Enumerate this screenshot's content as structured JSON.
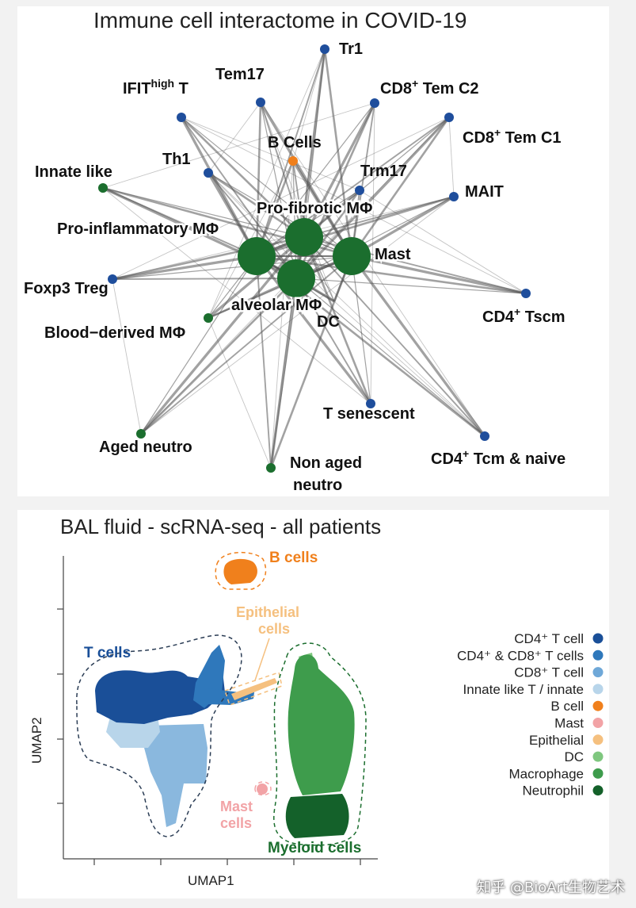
{
  "network": {
    "title": "Immune cell interactome in COVID-19",
    "nodes": [
      {
        "id": "tr1",
        "label": "Tr1",
        "sup": "",
        "group": "T",
        "size": "small"
      },
      {
        "id": "tem17",
        "label": "Tem17",
        "sup": "",
        "group": "T",
        "size": "small"
      },
      {
        "id": "ifit",
        "label": "IFIT",
        "sup": "high",
        "suffix": " T",
        "group": "T",
        "size": "small"
      },
      {
        "id": "cd8c2",
        "label": "CD8",
        "sup": "+",
        "suffix": " Tem C2",
        "group": "T",
        "size": "small"
      },
      {
        "id": "cd8c1",
        "label": "CD8",
        "sup": "+",
        "suffix": " Tem C1",
        "group": "T",
        "size": "small"
      },
      {
        "id": "bcells",
        "label": "B Cells",
        "sup": "",
        "group": "B",
        "size": "small"
      },
      {
        "id": "th1",
        "label": "Th1",
        "sup": "",
        "group": "T",
        "size": "small"
      },
      {
        "id": "trm17",
        "label": "Trm17",
        "sup": "",
        "group": "T",
        "size": "small"
      },
      {
        "id": "innate",
        "label": "Innate like",
        "sup": "",
        "group": "myeloid",
        "size": "small"
      },
      {
        "id": "mait",
        "label": "MAIT",
        "sup": "",
        "group": "T",
        "size": "small"
      },
      {
        "id": "profib",
        "label": "Pro-fibrotic MΦ",
        "sup": "",
        "group": "myeloid",
        "size": "large"
      },
      {
        "id": "proinf",
        "label": "Pro-inflammatory MΦ",
        "sup": "",
        "group": "myeloid",
        "size": "large"
      },
      {
        "id": "mast",
        "label": "Mast",
        "sup": "",
        "group": "myeloid",
        "size": "large"
      },
      {
        "id": "alv",
        "label": "alveolar MΦ",
        "sup": "",
        "group": "myeloid",
        "size": "large"
      },
      {
        "id": "foxp3",
        "label": "Foxp3 Treg",
        "sup": "",
        "group": "T",
        "size": "small"
      },
      {
        "id": "blood",
        "label": "Blood−derived MΦ",
        "sup": "",
        "group": "myeloid",
        "size": "small"
      },
      {
        "id": "dc",
        "label": "DC",
        "sup": "",
        "group": "myeloid",
        "size": "none"
      },
      {
        "id": "cd4tscm",
        "label": "CD4",
        "sup": "+",
        "suffix": " Tscm",
        "group": "T",
        "size": "small"
      },
      {
        "id": "tsen",
        "label": "T senescent",
        "sup": "",
        "group": "T",
        "size": "small"
      },
      {
        "id": "aged",
        "label": "Aged neutro",
        "sup": "",
        "group": "myeloid",
        "size": "small"
      },
      {
        "id": "nonaged",
        "label": "Non aged",
        "label2": "neutro",
        "sup": "",
        "group": "myeloid",
        "size": "small"
      },
      {
        "id": "cd4tcm",
        "label": "CD4",
        "sup": "+",
        "suffix": " Tcm & naive",
        "group": "T",
        "size": "small"
      }
    ],
    "colors": {
      "T": "#1f4e9c",
      "B": "#f07f1a",
      "myeloid": "#1b6e2e",
      "edge": "#555555"
    }
  },
  "umap": {
    "title": "BAL fluid - scRNA-seq - all patients",
    "xlabel": "UMAP1",
    "ylabel": "UMAP2",
    "cluster_labels": {
      "tcells": "T cells",
      "bcells": "B cells",
      "epi1": "Epithelial",
      "epi2": "cells",
      "mast1": "Mast",
      "mast2": "cells",
      "myeloid": "Myeloid cells"
    },
    "legend": [
      {
        "label": "CD4⁺ T cell",
        "color": "#1a4f98"
      },
      {
        "label": "CD4⁺ & CD8⁺ T cells",
        "color": "#2f78bb"
      },
      {
        "label": "CD8⁺ T cell",
        "color": "#6fa8d8"
      },
      {
        "label": "Innate like T / innate",
        "color": "#b8d5ea"
      },
      {
        "label": "B cell",
        "color": "#f0801c"
      },
      {
        "label": "Mast",
        "color": "#f2a3a6"
      },
      {
        "label": "Epithelial",
        "color": "#f5c07f"
      },
      {
        "label": "DC",
        "color": "#7fc77f"
      },
      {
        "label": "Macrophage",
        "color": "#3e9c4c"
      },
      {
        "label": "Neutrophil",
        "color": "#14612a"
      }
    ]
  },
  "watermark": "知乎 @BioArt生物艺术"
}
